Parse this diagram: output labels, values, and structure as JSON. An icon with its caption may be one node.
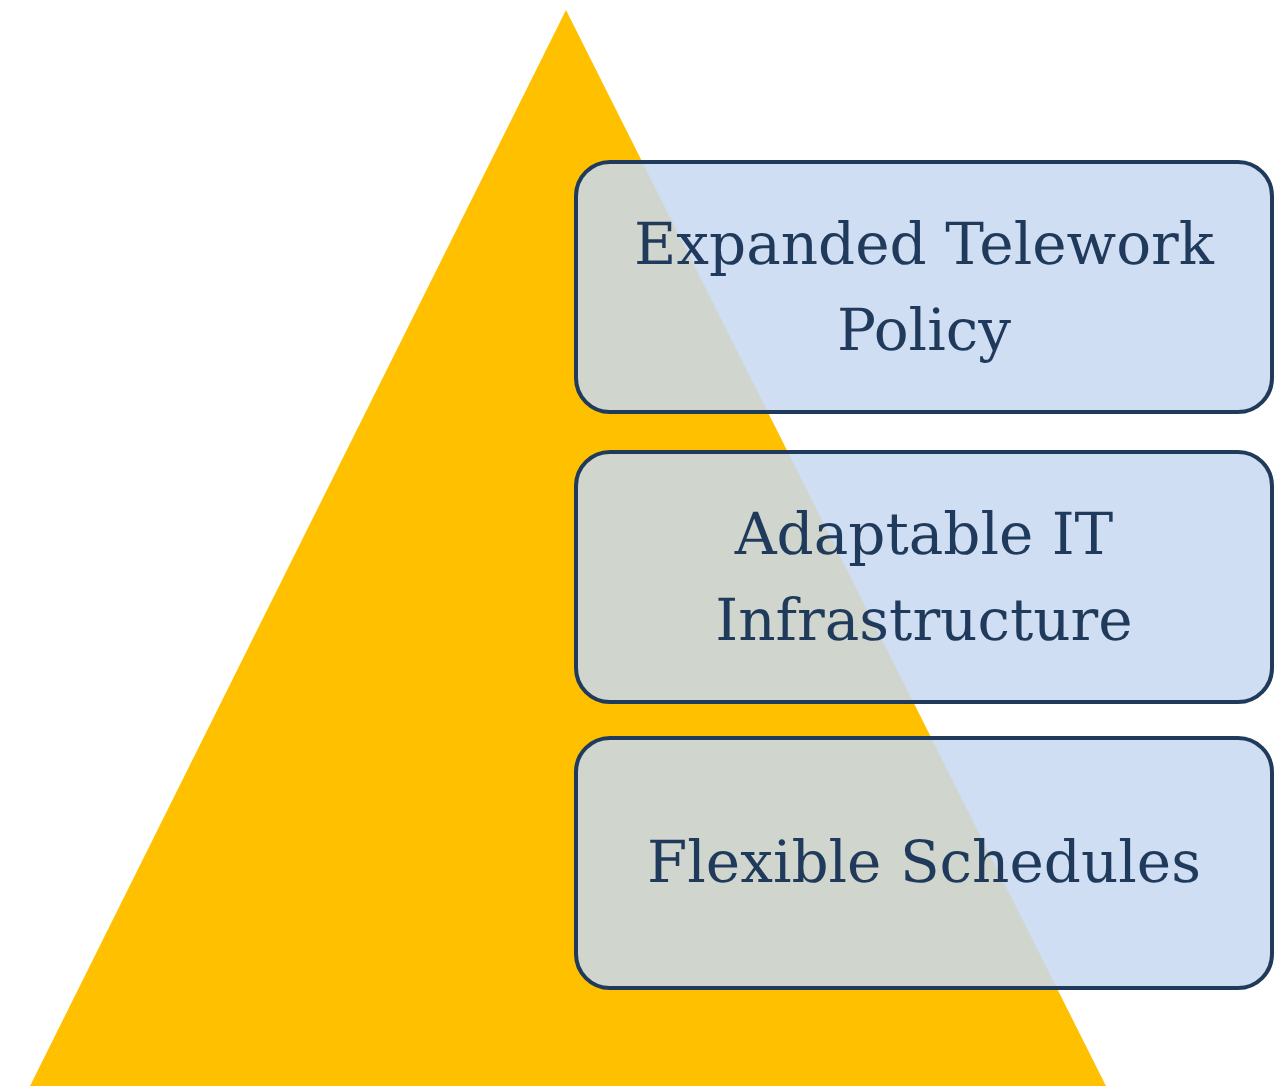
{
  "diagram": {
    "nodes": [
      {
        "text": [],
        "shape": "triangle"
      },
      {
        "text": [
          "Expanded Telework Policy"
        ]
      },
      {
        "text": [
          "Adaptable IT Infrastructure"
        ]
      },
      {
        "text": [
          "Flexible Schedules"
        ]
      }
    ]
  }
}
